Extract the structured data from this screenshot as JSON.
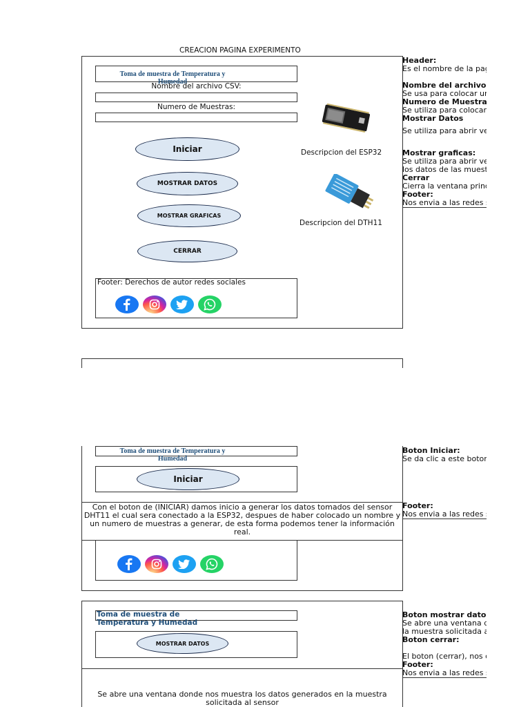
{
  "page_title": "CREACION PAGINA EXPERIMENTO",
  "mockup1": {
    "header_title": "Toma de muestra de Temperatura y Humedad",
    "csv_label": "Nombre del archivo CSV:",
    "samples_label": "Numero de Muestras:",
    "btn_iniciar": "Iniciar",
    "btn_mostrar_datos": "MOSTRAR DATOS",
    "btn_mostrar_graficas": "MOSTRAR GRAFICAS",
    "btn_cerrar": "CERRAR",
    "esp32_caption": "Descripcion del ESP32",
    "dht11_caption": "Descripcion del DTH11",
    "footer_text": "Footer:  Derechos de autor redes sociales"
  },
  "notes1": {
    "header_h": "Header:",
    "header_t": "Es el nombre de la pag",
    "csv_h": "Nombre del archivo",
    "csv_t": "Se usa para colocar un",
    "samples_h": "Numero de Muestras",
    "samples_t": "Se utiliza para colocar",
    "mostrar_h": "Mostrar Datos",
    "mostrar_t": "Se utiliza para abrir ve",
    "graficas_h": "Mostrar graficas:",
    "graficas_t1": "Se utiliza para abrir ve",
    "graficas_t2": "los datos de las muest",
    "cerrar_h": "Cerrar",
    "cerrar_t": "Cierra la ventana princ",
    "footer_h": "Footer:",
    "footer_t": "Nos envia a las redes s"
  },
  "mockup2": {
    "header_title": "Toma de muestra de Temperatura y Humedad",
    "btn_iniciar": "Iniciar",
    "description": "Con el boton de (INICIAR) damos inicio a generar los datos tomados del sensor DHT11 el cual sera conectado a la ESP32, despues de haber colocado un nombre y un numero de muestras a generar, de esta forma podemos tener la información real."
  },
  "notes2": {
    "iniciar_h": "Boton Iniciar:",
    "iniciar_t": "Se da clic a este boton",
    "footer_h": "Footer:",
    "footer_t": "Nos envia a las redes s"
  },
  "mockup3": {
    "header_title": "Toma de muestra de Temperatura y Humedad",
    "btn_mostrar_datos": "MOSTRAR DATOS",
    "description": "Se abre una ventana donde nos muestra los datos generados en la muestra solicitada al sensor"
  },
  "notes3": {
    "mostrar_h": "Boton mostrar datos",
    "mostrar_t1": "Se abre una ventana d",
    "mostrar_t2": "la muestra solicitada a",
    "cerrar_h": "Boton cerrar:",
    "cerrar_t": "El boton (cerrar), nos c",
    "footer_h": "Footer:",
    "footer_t": "Nos envia a las redes s"
  },
  "icons": [
    "facebook-icon",
    "instagram-icon",
    "twitter-icon",
    "whatsapp-icon"
  ]
}
